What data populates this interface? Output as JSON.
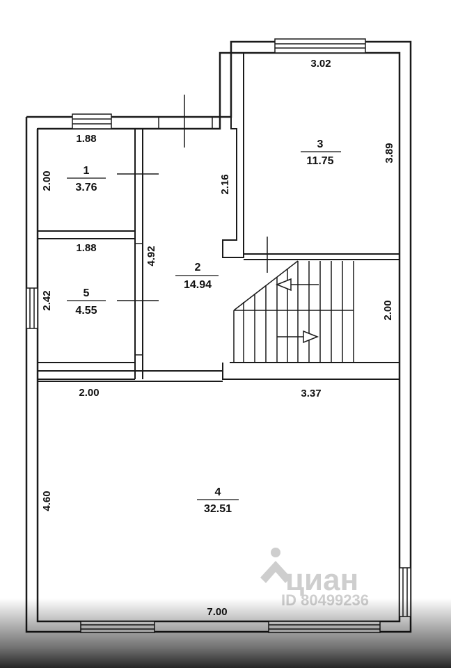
{
  "rooms": [
    {
      "number": "1",
      "area": "3.76"
    },
    {
      "number": "2",
      "area": "14.94"
    },
    {
      "number": "3",
      "area": "11.75"
    },
    {
      "number": "4",
      "area": "32.51"
    },
    {
      "number": "5",
      "area": "4.55"
    }
  ],
  "dimensions": {
    "room1_width": "1.88",
    "room1_height": "2.00",
    "room5_width": "1.88",
    "room5_height": "2.42",
    "room2_left_height": "4.92",
    "room2_right_height": "2.16",
    "room3_width": "3.02",
    "room3_height": "3.89",
    "stair_height": "2.00",
    "room4_top_left": "2.00",
    "room4_top_right": "3.37",
    "room4_height": "4.60",
    "room4_width": "7.00"
  },
  "watermark": {
    "brand": "циан",
    "listing_id": "ID 80499236"
  }
}
